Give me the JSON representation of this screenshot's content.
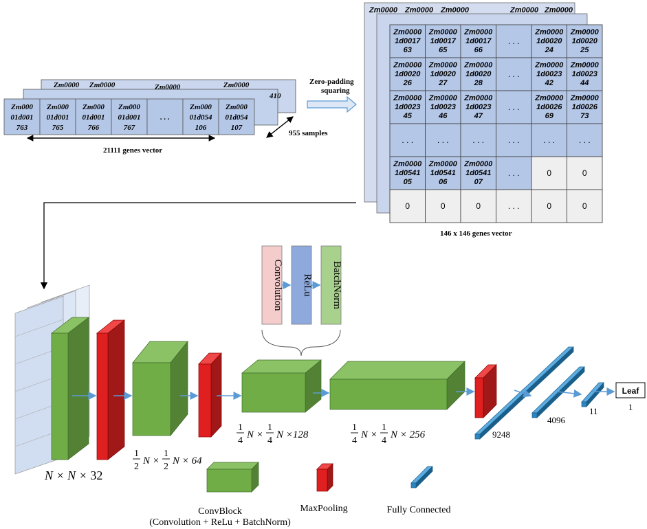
{
  "gene_strip": {
    "back_header": "Zm0000",
    "back_tail": "410",
    "cells": [
      {
        "l1": "Zm000",
        "l2": "01d001",
        "l3": "763"
      },
      {
        "l1": "Zm000",
        "l2": "01d001",
        "l3": "765"
      },
      {
        "l1": "Zm000",
        "l2": "01d001",
        "l3": "766"
      },
      {
        "l1": "Zm000",
        "l2": "01d001",
        "l3": "767"
      },
      {
        "l1": "",
        "l2": ". . .",
        "l3": ""
      },
      {
        "l1": "Zm000",
        "l2": "01d054",
        "l3": "106"
      },
      {
        "l1": "Zm000",
        "l2": "01d054",
        "l3": "107"
      }
    ],
    "vector_label": "21111 genes vector",
    "samples_label": "955 samples"
  },
  "padding_arrow": {
    "line1": "Zero-padding",
    "line2": "squaring"
  },
  "matrix": {
    "label": "146 x 146 genes vector",
    "back_header": "Zm0000",
    "rows": [
      [
        {
          "l1": "Zm0000",
          "l2": "1d0017",
          "l3": "63"
        },
        {
          "l1": "Zm0000",
          "l2": "1d0017",
          "l3": "65"
        },
        {
          "l1": "Zm0000",
          "l2": "1d0017",
          "l3": "66"
        },
        {
          "l1": ". . .",
          "l2": "",
          "l3": ""
        },
        {
          "l1": "Zm0000",
          "l2": "1d0020",
          "l3": "24"
        },
        {
          "l1": "Zm0000",
          "l2": "1d0020",
          "l3": "25"
        }
      ],
      [
        {
          "l1": "Zm0000",
          "l2": "1d0020",
          "l3": "26"
        },
        {
          "l1": "Zm0000",
          "l2": "1d0020",
          "l3": "27"
        },
        {
          "l1": "Zm0000",
          "l2": "1d0020",
          "l3": "28"
        },
        {
          "l1": ". . .",
          "l2": "",
          "l3": ""
        },
        {
          "l1": "Zm0000",
          "l2": "1d0023",
          "l3": "42"
        },
        {
          "l1": "Zm0000",
          "l2": "1d0023",
          "l3": "44"
        }
      ],
      [
        {
          "l1": "Zm0000",
          "l2": "1d0023",
          "l3": "45"
        },
        {
          "l1": "Zm0000",
          "l2": "1d0023",
          "l3": "46"
        },
        {
          "l1": "Zm0000",
          "l2": "1d0023",
          "l3": "47"
        },
        {
          "l1": ". . .",
          "l2": "",
          "l3": ""
        },
        {
          "l1": "Zm0000",
          "l2": "1d0026",
          "l3": "69"
        },
        {
          "l1": "Zm0000",
          "l2": "1d0026",
          "l3": "73"
        }
      ],
      [
        {
          "l1": ". . .",
          "l2": "",
          "l3": ""
        },
        {
          "l1": ". . .",
          "l2": "",
          "l3": ""
        },
        {
          "l1": ". . .",
          "l2": "",
          "l3": ""
        },
        {
          "l1": ". . .",
          "l2": "",
          "l3": ""
        },
        {
          "l1": ". . .",
          "l2": "",
          "l3": ""
        },
        {
          "l1": ". . .",
          "l2": "",
          "l3": ""
        }
      ],
      [
        {
          "l1": "Zm0000",
          "l2": "1d0541",
          "l3": "05"
        },
        {
          "l1": "Zm0000",
          "l2": "1d0541",
          "l3": "06"
        },
        {
          "l1": "Zm0000",
          "l2": "1d0541",
          "l3": "07"
        },
        {
          "l1": ". . .",
          "l2": "",
          "l3": ""
        },
        {
          "l1": "0",
          "l2": "",
          "l3": ""
        },
        {
          "l1": "0",
          "l2": "",
          "l3": ""
        }
      ],
      [
        {
          "l1": "0",
          "l2": "",
          "l3": ""
        },
        {
          "l1": "0",
          "l2": "",
          "l3": ""
        },
        {
          "l1": "0",
          "l2": "",
          "l3": ""
        },
        {
          "l1": ". . .",
          "l2": "",
          "l3": ""
        },
        {
          "l1": "0",
          "l2": "",
          "l3": ""
        },
        {
          "l1": "0",
          "l2": "",
          "l3": ""
        }
      ]
    ]
  },
  "block_detail": {
    "conv": "Convolution",
    "relu": "ReLu",
    "bn": "BatchNorm"
  },
  "network": {
    "input_label": {
      "pre": "N",
      "mid": "× N ×",
      "post": "32"
    },
    "block2_label": {
      "n": "1",
      "d": "2",
      "body": "N ×",
      "body2": "N × 64"
    },
    "block3_label": {
      "n": "1",
      "d": "4",
      "body": "N ×",
      "body2": "N ×128"
    },
    "block4_label": {
      "n": "1",
      "d": "4",
      "body": "N ×",
      "body2": "N × 256"
    },
    "fc1": "9248",
    "fc2": "4096",
    "fc3": "11",
    "output_box": "Leaf",
    "output_value": "1"
  },
  "legend": {
    "convblock": "ConvBlock",
    "convblock_desc": "(Convolution + ReLu + BatchNorm)",
    "maxpool": "MaxPooling",
    "fc": "Fully Connected"
  },
  "colors": {
    "green_front": "#70AD47",
    "green_top": "#8CC266",
    "green_side": "#548235",
    "red_front": "#E02020",
    "red_side": "#A01818",
    "red_top": "#F04848",
    "blue_cell": "#B4C7E7",
    "teal": "#2E86C1",
    "teal_top": "#5DADE2",
    "teal_side": "#1A5E8A",
    "conv_box": "#F4CCCC",
    "relu_box": "#8EA9DB",
    "bn_box": "#A9D18E",
    "arrow": "#5B9BD5"
  }
}
